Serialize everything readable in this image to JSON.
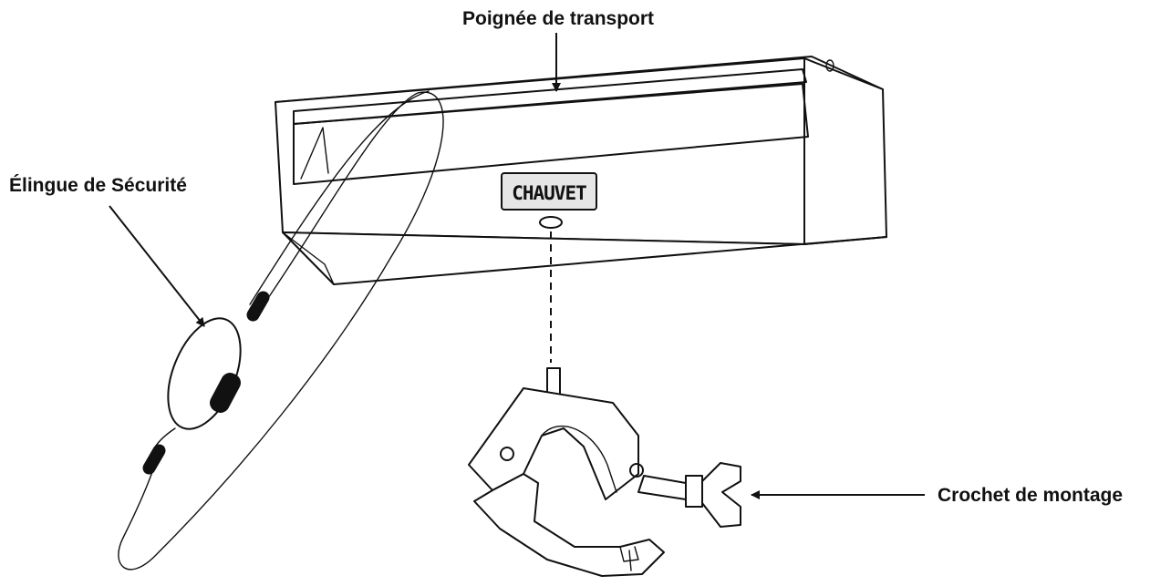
{
  "labels": {
    "handle": "Poignée de transport",
    "safety_cable": "Élingue de Sécurité",
    "mounting_clamp": "Crochet de montage"
  },
  "logo_text": "CHAUVET",
  "colors": {
    "ink": "#111111",
    "background": "#ffffff",
    "logo_plate": "#e6e6e6"
  }
}
